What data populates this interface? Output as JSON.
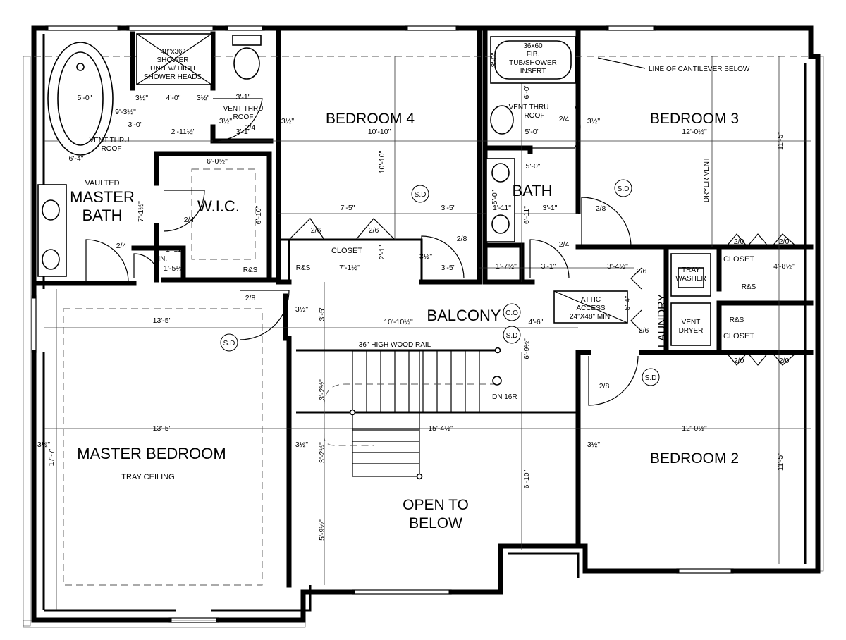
{
  "rooms": {
    "bedroom4": "BEDROOM 4",
    "bedroom3": "BEDROOM 3",
    "bedroom2": "BEDROOM 2",
    "master_bedroom": "MASTER BEDROOM",
    "master_bath_1": "MASTER",
    "master_bath_2": "BATH",
    "vaulted": "VAULTED",
    "wic": "W.I.C.",
    "bath": "BATH",
    "balcony": "BALCONY",
    "open_below_1": "OPEN TO",
    "open_below_2": "BELOW",
    "laundry": "LAUNDRY",
    "closet_a": "CLOSET",
    "closet_b": "CLOSET",
    "closet_c": "CLOSET",
    "tray_ceiling": "TRAY CEILING",
    "lin": "LIN."
  },
  "notes": {
    "shower_1": "48\"x36\"",
    "shower_2": "SHOWER",
    "shower_3": "UNIT w/ HIGH",
    "shower_4": "SHOWER HEADS",
    "tub_1": "36x60",
    "tub_2": "FIB.",
    "tub_3": "TUB/SHOWER",
    "tub_4": "INSERT",
    "vent_thru_1a": "VENT THRU",
    "vent_thru_1b": "ROOF",
    "vent_thru_2a": "VENT THRU",
    "vent_thru_2b": "ROOF",
    "vent_thru_3a": "VENT THRU",
    "vent_thru_3b": "ROOF",
    "cantilever": "LINE OF CANTILEVER BELOW",
    "attic_1": "ATTIC",
    "attic_2": "ACCESS",
    "attic_3": "24\"X48\" MIN.",
    "rail": "36\" HIGH WOOD RAIL",
    "dn": "DN 16R",
    "dryer_vent": "DRYER VENT",
    "tray": "TRAY",
    "washer": "WASHER",
    "vent": "VENT",
    "dryer": "DRYER",
    "rs1": "R&S",
    "rs2": "R&S",
    "rs3": "R&S",
    "rs4": "R&S",
    "sd": "S.D",
    "co": "C.O"
  },
  "dims": {
    "d_5_0": "5'-0\"",
    "d_9_3": "9'-3½\"",
    "d_3_0": "3'-0\"",
    "d_6_4": "6'-4\"",
    "d_3h_a": "3½\"",
    "d_4_0": "4'-0\"",
    "d_3h_b": "3½\"",
    "d_3_1a": "3'-1\"",
    "d_2_11": "2'-11½\"",
    "d_3h_c": "3½\"",
    "d_3_1b": "3'-1\"",
    "d_6_0": "6'-0½\"",
    "d_7_1": "7'-1½\"",
    "d_6_10a": "6'-10\"",
    "d_2_4a": "2/4",
    "d_2_4b": "2/4",
    "d_2_4c": "2/4",
    "d_1_11a": "1'-11\"",
    "d_1_5": "1'-5½\"",
    "d_10_10a": "10'-10\"",
    "d_10_10b": "10'-10\"",
    "d_3h_d": "3½\"",
    "d_7_5": "7'-5\"",
    "d_3_5a": "3'-5\"",
    "d_2_6a": "2/6",
    "d_2_6b": "2/6",
    "d_2_8a": "2/8",
    "d_7_1b": "7'-1½\"",
    "d_2_1": "2'-1\"",
    "d_3h_e": "3½\"",
    "d_3_5b": "3'-5\"",
    "d_6_0b": "6'-0\"",
    "d_3_0b": "3'-0\"",
    "d_5_0b": "5'-0\"",
    "d_5_0c": "5'-0\"",
    "d_5_0d": "5'-0\"",
    "d_6_11": "6'-11\"",
    "d_1_11b": "1'-11\"",
    "d_3_1c": "3'-1\"",
    "d_2_4d": "2/4",
    "d_1_7": "1'-7½\"",
    "d_3_1d": "3'-1\"",
    "d_2_4e": "2/4",
    "d_12_0a": "12'-0½\"",
    "d_11_5a": "11'-5\"",
    "d_3h_f": "3½\"",
    "d_2_8b": "2/8",
    "d_3_4": "3'-4½\"",
    "d_2_0a": "2/0",
    "d_2_0b": "2/0",
    "d_4_8": "4'-8½\"",
    "d_2_6c": "2/6",
    "d_5_4": "5'-4\"",
    "d_2_6d": "2/6",
    "d_2_0c": "2/0",
    "d_2_0d": "2/0",
    "d_2_8c": "2/8",
    "d_12_0b": "12'-0½\"",
    "d_11_5b": "11'-5\"",
    "d_3h_g": "3½\"",
    "d_13_5a": "13'-5\"",
    "d_13_5b": "13'-5\"",
    "d_17_7": "17'-7\"",
    "d_2_8d": "2/8",
    "d_3h_h": "3½\"",
    "d_3_5c": "3'-5\"",
    "d_10_10c": "10'-10½\"",
    "d_4_6": "4'-6\"",
    "d_6_9": "6'-9½\"",
    "d_3_2a": "3'-2½\"",
    "d_3_2b": "3'-2½\"",
    "d_15_4": "15'-4½\"",
    "d_6_10b": "6'-10\"",
    "d_5_9": "5'-9½\"",
    "d_3h_i": "3½\"",
    "d_3h_j": "3½\""
  }
}
